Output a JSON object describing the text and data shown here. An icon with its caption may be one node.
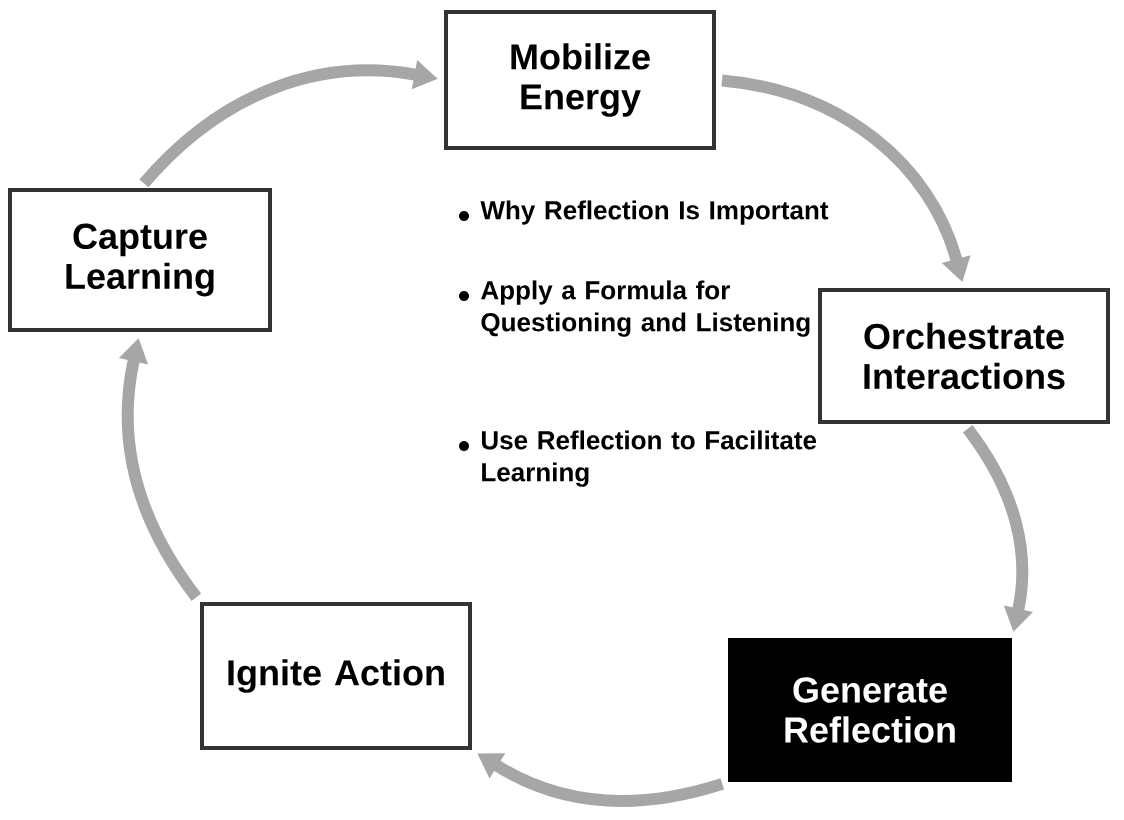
{
  "diagram": {
    "nodes": [
      {
        "text": [
          "Mobilize Energy"
        ]
      },
      {
        "text": [
          "Orchestrate Interactions"
        ]
      },
      {
        "text": [
          "Generate Reflection"
        ]
      },
      {
        "text": [
          "Ignite Action"
        ]
      },
      {
        "text": [
          "Capture Learning"
        ]
      }
    ],
    "edges": [
      {
        "from": 0,
        "to": 1,
        "arrow": "to"
      },
      {
        "from": 1,
        "to": 2,
        "arrow": "to"
      },
      {
        "from": 2,
        "to": 3,
        "arrow": "to"
      },
      {
        "from": 3,
        "to": 4,
        "arrow": "to"
      },
      {
        "from": 4,
        "to": 0,
        "arrow": "to"
      }
    ],
    "labels": [
      "Why Reflection Is Important",
      "Apply a Formula for Questioning and Listening",
      "Use Reflection to Facilitate Learning"
    ]
  }
}
